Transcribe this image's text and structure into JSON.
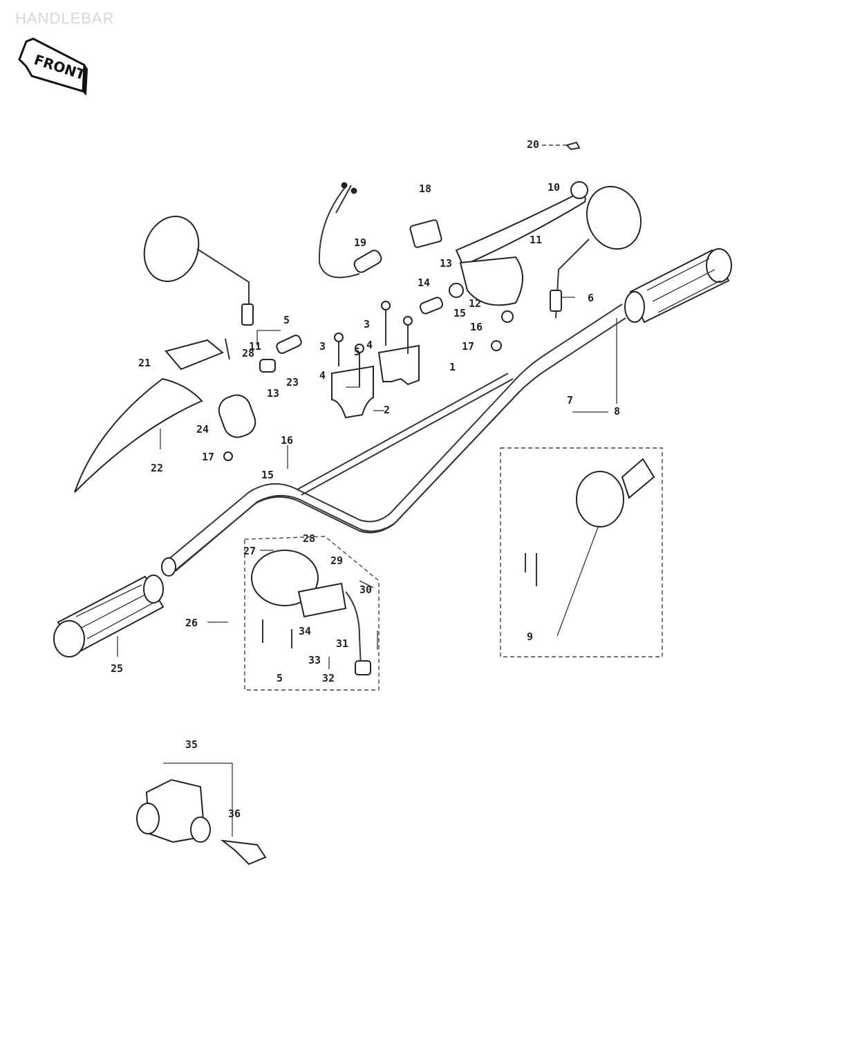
{
  "title": "HANDLEBAR",
  "front_badge": "FRONT",
  "callouts": [
    {
      "id": "c1",
      "text": "1"
    },
    {
      "id": "c2",
      "text": "2"
    },
    {
      "id": "c3a",
      "text": "3"
    },
    {
      "id": "c3b",
      "text": "3"
    },
    {
      "id": "c4a",
      "text": "4"
    },
    {
      "id": "c4b",
      "text": "4"
    },
    {
      "id": "c5a",
      "text": "5"
    },
    {
      "id": "c5b",
      "text": "5"
    },
    {
      "id": "c5c",
      "text": "5"
    },
    {
      "id": "c6",
      "text": "6"
    },
    {
      "id": "c7",
      "text": "7"
    },
    {
      "id": "c8",
      "text": "8"
    },
    {
      "id": "c9",
      "text": "9"
    },
    {
      "id": "c10",
      "text": "10"
    },
    {
      "id": "c11a",
      "text": "11"
    },
    {
      "id": "c11b",
      "text": "11"
    },
    {
      "id": "c12",
      "text": "12"
    },
    {
      "id": "c13a",
      "text": "13"
    },
    {
      "id": "c13b",
      "text": "13"
    },
    {
      "id": "c14",
      "text": "14"
    },
    {
      "id": "c15a",
      "text": "15"
    },
    {
      "id": "c15b",
      "text": "15"
    },
    {
      "id": "c16a",
      "text": "16"
    },
    {
      "id": "c16b",
      "text": "16"
    },
    {
      "id": "c17a",
      "text": "17"
    },
    {
      "id": "c17b",
      "text": "17"
    },
    {
      "id": "c18",
      "text": "18"
    },
    {
      "id": "c19",
      "text": "19"
    },
    {
      "id": "c20",
      "text": "20"
    },
    {
      "id": "c21",
      "text": "21"
    },
    {
      "id": "c22",
      "text": "22"
    },
    {
      "id": "c23",
      "text": "23"
    },
    {
      "id": "c24",
      "text": "24"
    },
    {
      "id": "c25",
      "text": "25"
    },
    {
      "id": "c26",
      "text": "26"
    },
    {
      "id": "c27",
      "text": "27"
    },
    {
      "id": "c28a",
      "text": "28"
    },
    {
      "id": "c28b",
      "text": "28"
    },
    {
      "id": "c29",
      "text": "29"
    },
    {
      "id": "c30",
      "text": "30"
    },
    {
      "id": "c31",
      "text": "31"
    },
    {
      "id": "c32",
      "text": "32"
    },
    {
      "id": "c33",
      "text": "33"
    },
    {
      "id": "c34",
      "text": "34"
    },
    {
      "id": "c35",
      "text": "35"
    },
    {
      "id": "c36",
      "text": "36"
    }
  ]
}
